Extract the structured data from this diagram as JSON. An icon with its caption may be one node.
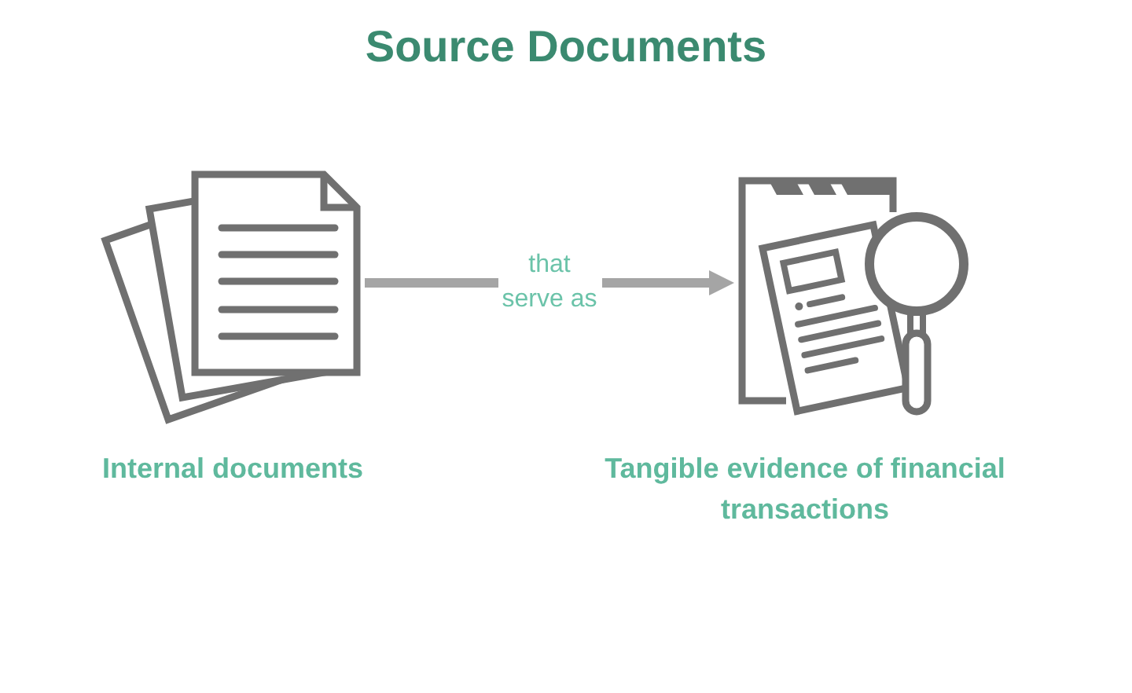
{
  "diagram": {
    "title": "Source Documents",
    "nodes": [
      {
        "text": [],
        "shape": "picture",
        "beside": [
          "Internal documents"
        ]
      },
      {
        "text": [],
        "shape": "picture",
        "beside": [
          "Tangible evidence of financial transactions"
        ]
      }
    ],
    "edges": [
      {
        "from": 0,
        "to": 1,
        "arrow": "to",
        "label": "that serve as"
      }
    ]
  }
}
